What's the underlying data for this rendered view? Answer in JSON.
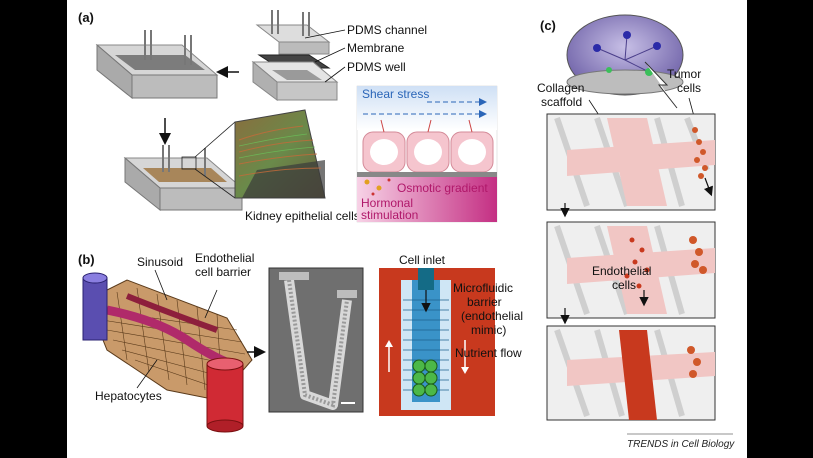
{
  "panels": {
    "a": {
      "tag": "(a)",
      "labels": {
        "pdms_channel": "PDMS channel",
        "membrane": "Membrane",
        "pdms_well": "PDMS well",
        "kidney_cells": "Kidney epithelial cells",
        "shear_stress": "Shear stress",
        "osmotic_gradient": "Osmotic gradient",
        "hormonal_line1": "Hormonal",
        "hormonal_line2": "stimulation"
      }
    },
    "b": {
      "tag": "(b)",
      "labels": {
        "sinusoid": "Sinusoid",
        "endothelial_line1": "Endothelial",
        "endothelial_line2": "cell barrier",
        "hepatocytes": "Hepatocytes",
        "cell_inlet": "Cell inlet",
        "barrier_line1": "Microfluidic",
        "barrier_line2": "barrier",
        "barrier_line3": "(endothelial",
        "barrier_line4": "mimic)",
        "nutrient_flow": "Nutrient flow"
      }
    },
    "c": {
      "tag": "(c)",
      "labels": {
        "collagen_line1": "Collagen",
        "collagen_line2": "scaffold",
        "tumor_line1": "Tumor",
        "tumor_line2": "cells",
        "endo_line1": "Endothelial",
        "endo_line2": "cells"
      }
    }
  },
  "credit": "TRENDS in Cell Biology",
  "colors": {
    "pdms_gray": "#c8c8c8",
    "shear_blue": "#2b66b8",
    "osmotic_magenta": "#b0186a",
    "liver_tan": "#c99a6a",
    "chip_red": "#c8391e",
    "chip_blue": "#3a93c8",
    "channel_pink": "#f1c6c4",
    "tumor_orange": "#d0582a"
  }
}
